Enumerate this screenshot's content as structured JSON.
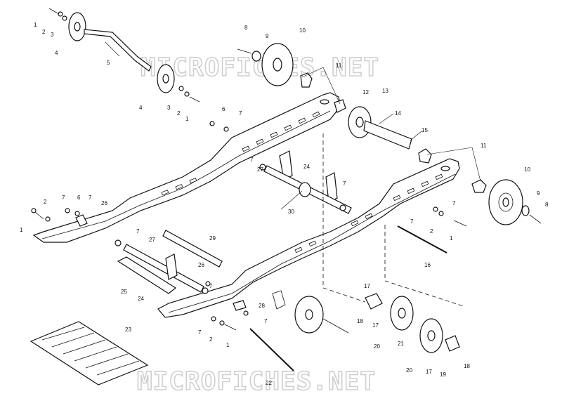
{
  "watermark": {
    "top": "MICROFICHES.NET",
    "bottom": "MICROFICHES.NET"
  },
  "callouts": {
    "c1a": "1",
    "c2a": "2",
    "c3a": "3",
    "c4a": "4",
    "c5": "5",
    "c4b": "4",
    "c3b": "3",
    "c2b": "2",
    "c1b": "1",
    "c8a": "8",
    "c9a": "9",
    "c10a": "10",
    "c11a": "11",
    "c12": "12",
    "c13": "13",
    "c14": "14",
    "c15": "15",
    "c6a": "6",
    "c7a": "7",
    "c11b": "11",
    "c10b": "10",
    "c9b": "9",
    "c8b": "8",
    "c7b": "7",
    "c24a": "24",
    "c27a": "27",
    "c30": "30",
    "c7c": "7",
    "c1c": "1",
    "c2c": "2",
    "c7d": "7",
    "c6b": "6",
    "c7e": "7",
    "c26a": "26",
    "c7f": "7",
    "c29": "29",
    "c27b": "27",
    "c26b": "26",
    "c25": "25",
    "c24b": "24",
    "c7g": "7",
    "c7h": "7",
    "c2d": "2",
    "c1d": "1",
    "c7i": "7",
    "c16": "16",
    "c28": "28",
    "c7j": "7",
    "c7k": "7",
    "c2e": "2",
    "c1e": "1",
    "c17a": "17",
    "c18a": "18",
    "c17b": "17",
    "c20a": "20",
    "c21": "21",
    "c20b": "20",
    "c17c": "17",
    "c19": "19",
    "c18b": "18",
    "c23": "23",
    "c22": "22"
  }
}
